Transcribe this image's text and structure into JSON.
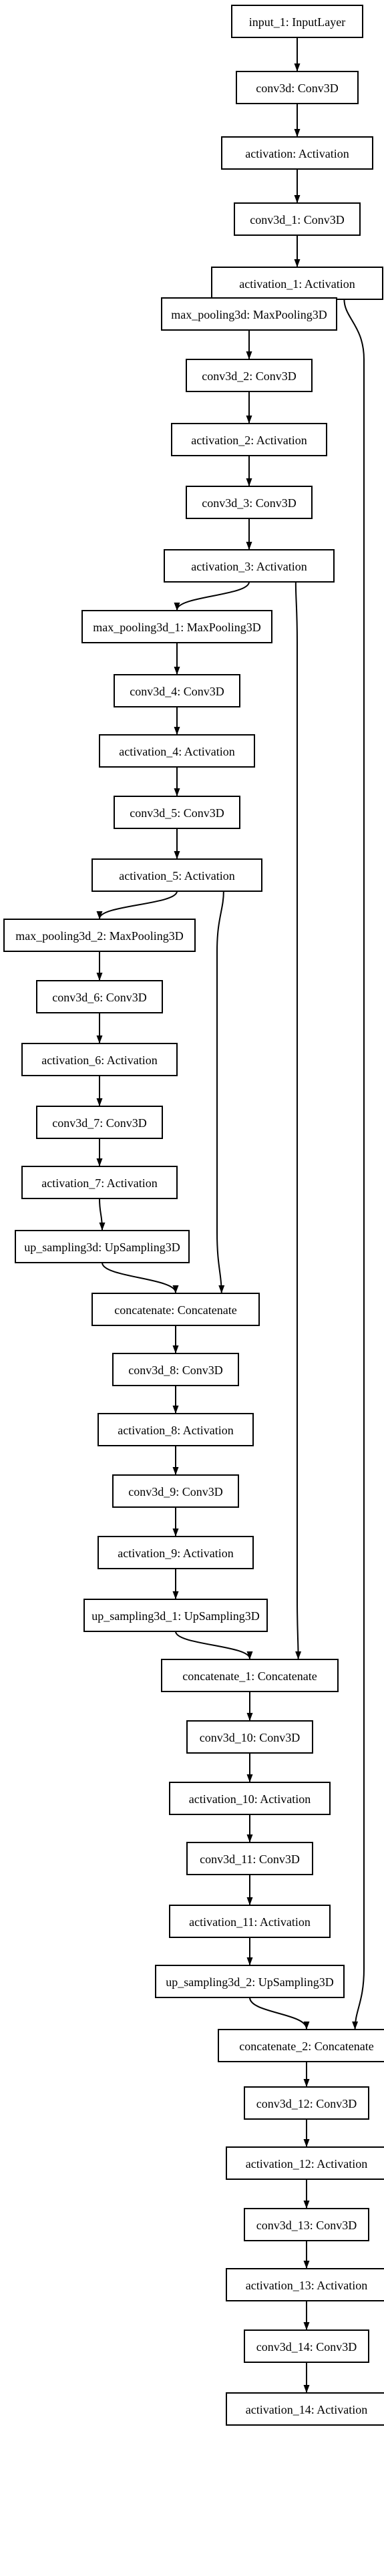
{
  "diagram": {
    "type": "model-graph",
    "line_color": "#000000",
    "node_fill": "#ffffff",
    "nodes": [
      {
        "id": "input_1",
        "label": "input_1: InputLayer"
      },
      {
        "id": "conv3d",
        "label": "conv3d: Conv3D"
      },
      {
        "id": "activation",
        "label": "activation: Activation"
      },
      {
        "id": "conv3d_1",
        "label": "conv3d_1: Conv3D"
      },
      {
        "id": "activation_1",
        "label": "activation_1: Activation"
      },
      {
        "id": "max_pooling3d",
        "label": "max_pooling3d: MaxPooling3D"
      },
      {
        "id": "conv3d_2",
        "label": "conv3d_2: Conv3D"
      },
      {
        "id": "activation_2",
        "label": "activation_2: Activation"
      },
      {
        "id": "conv3d_3",
        "label": "conv3d_3: Conv3D"
      },
      {
        "id": "activation_3",
        "label": "activation_3: Activation"
      },
      {
        "id": "max_pooling3d_1",
        "label": "max_pooling3d_1: MaxPooling3D"
      },
      {
        "id": "conv3d_4",
        "label": "conv3d_4: Conv3D"
      },
      {
        "id": "activation_4",
        "label": "activation_4: Activation"
      },
      {
        "id": "conv3d_5",
        "label": "conv3d_5: Conv3D"
      },
      {
        "id": "activation_5",
        "label": "activation_5: Activation"
      },
      {
        "id": "max_pooling3d_2",
        "label": "max_pooling3d_2: MaxPooling3D"
      },
      {
        "id": "conv3d_6",
        "label": "conv3d_6: Conv3D"
      },
      {
        "id": "activation_6",
        "label": "activation_6: Activation"
      },
      {
        "id": "conv3d_7",
        "label": "conv3d_7: Conv3D"
      },
      {
        "id": "activation_7",
        "label": "activation_7: Activation"
      },
      {
        "id": "up_sampling3d",
        "label": "up_sampling3d: UpSampling3D"
      },
      {
        "id": "concatenate",
        "label": "concatenate: Concatenate"
      },
      {
        "id": "conv3d_8",
        "label": "conv3d_8: Conv3D"
      },
      {
        "id": "activation_8",
        "label": "activation_8: Activation"
      },
      {
        "id": "conv3d_9",
        "label": "conv3d_9: Conv3D"
      },
      {
        "id": "activation_9",
        "label": "activation_9: Activation"
      },
      {
        "id": "up_sampling3d_1",
        "label": "up_sampling3d_1: UpSampling3D"
      },
      {
        "id": "concatenate_1",
        "label": "concatenate_1: Concatenate"
      },
      {
        "id": "conv3d_10",
        "label": "conv3d_10: Conv3D"
      },
      {
        "id": "activation_10",
        "label": "activation_10: Activation"
      },
      {
        "id": "conv3d_11",
        "label": "conv3d_11: Conv3D"
      },
      {
        "id": "activation_11",
        "label": "activation_11: Activation"
      },
      {
        "id": "up_sampling3d_2",
        "label": "up_sampling3d_2: UpSampling3D"
      },
      {
        "id": "concatenate_2",
        "label": "concatenate_2: Concatenate"
      },
      {
        "id": "conv3d_12",
        "label": "conv3d_12: Conv3D"
      },
      {
        "id": "activation_12",
        "label": "activation_12: Activation"
      },
      {
        "id": "conv3d_13",
        "label": "conv3d_13: Conv3D"
      },
      {
        "id": "activation_13",
        "label": "activation_13: Activation"
      },
      {
        "id": "conv3d_14",
        "label": "conv3d_14: Conv3D"
      },
      {
        "id": "activation_14",
        "label": "activation_14: Activation"
      }
    ],
    "edges": [
      {
        "from": "input_1",
        "to": "conv3d"
      },
      {
        "from": "conv3d",
        "to": "activation"
      },
      {
        "from": "activation",
        "to": "conv3d_1"
      },
      {
        "from": "conv3d_1",
        "to": "activation_1"
      },
      {
        "from": "activation_1",
        "to": "max_pooling3d"
      },
      {
        "from": "activation_1",
        "to": "concatenate_2"
      },
      {
        "from": "max_pooling3d",
        "to": "conv3d_2"
      },
      {
        "from": "conv3d_2",
        "to": "activation_2"
      },
      {
        "from": "activation_2",
        "to": "conv3d_3"
      },
      {
        "from": "conv3d_3",
        "to": "activation_3"
      },
      {
        "from": "activation_3",
        "to": "max_pooling3d_1"
      },
      {
        "from": "activation_3",
        "to": "concatenate_1"
      },
      {
        "from": "max_pooling3d_1",
        "to": "conv3d_4"
      },
      {
        "from": "conv3d_4",
        "to": "activation_4"
      },
      {
        "from": "activation_4",
        "to": "conv3d_5"
      },
      {
        "from": "conv3d_5",
        "to": "activation_5"
      },
      {
        "from": "activation_5",
        "to": "max_pooling3d_2"
      },
      {
        "from": "activation_5",
        "to": "concatenate"
      },
      {
        "from": "max_pooling3d_2",
        "to": "conv3d_6"
      },
      {
        "from": "conv3d_6",
        "to": "activation_6"
      },
      {
        "from": "activation_6",
        "to": "conv3d_7"
      },
      {
        "from": "conv3d_7",
        "to": "activation_7"
      },
      {
        "from": "activation_7",
        "to": "up_sampling3d"
      },
      {
        "from": "up_sampling3d",
        "to": "concatenate"
      },
      {
        "from": "concatenate",
        "to": "conv3d_8"
      },
      {
        "from": "conv3d_8",
        "to": "activation_8"
      },
      {
        "from": "activation_8",
        "to": "conv3d_9"
      },
      {
        "from": "conv3d_9",
        "to": "activation_9"
      },
      {
        "from": "activation_9",
        "to": "up_sampling3d_1"
      },
      {
        "from": "up_sampling3d_1",
        "to": "concatenate_1"
      },
      {
        "from": "concatenate_1",
        "to": "conv3d_10"
      },
      {
        "from": "conv3d_10",
        "to": "activation_10"
      },
      {
        "from": "activation_10",
        "to": "conv3d_11"
      },
      {
        "from": "conv3d_11",
        "to": "activation_11"
      },
      {
        "from": "activation_11",
        "to": "up_sampling3d_2"
      },
      {
        "from": "up_sampling3d_2",
        "to": "concatenate_2"
      },
      {
        "from": "concatenate_2",
        "to": "conv3d_12"
      },
      {
        "from": "conv3d_12",
        "to": "activation_12"
      },
      {
        "from": "activation_12",
        "to": "conv3d_13"
      },
      {
        "from": "conv3d_13",
        "to": "activation_13"
      },
      {
        "from": "activation_13",
        "to": "conv3d_14"
      },
      {
        "from": "conv3d_14",
        "to": "activation_14"
      }
    ]
  }
}
